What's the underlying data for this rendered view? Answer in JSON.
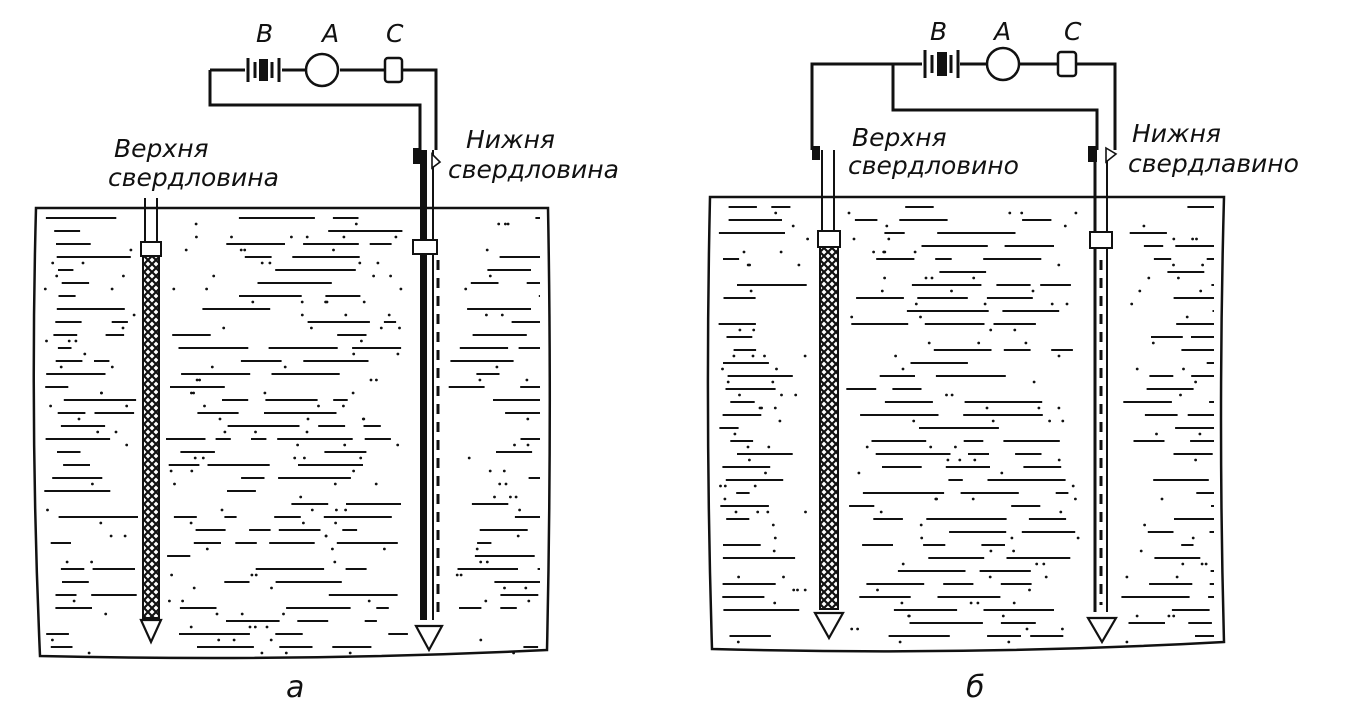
{
  "colors": {
    "ink": "#111111",
    "paper": "#ffffff"
  },
  "panels": [
    {
      "id": "a",
      "label": "а",
      "circuit": {
        "battery": "B",
        "ammeter": "A",
        "switch": "C"
      },
      "upper_well": {
        "label_line1": "Верхня",
        "label_line2": "свердловина"
      },
      "lower_well": {
        "label_line1": "Нижня",
        "label_line2": "свердловина"
      }
    },
    {
      "id": "b",
      "label": "б",
      "circuit": {
        "battery": "B",
        "ammeter": "A",
        "switch": "C"
      },
      "upper_well": {
        "label_line1": "Верхня",
        "label_line2": "свердловино"
      },
      "lower_well": {
        "label_line1": "Нижня",
        "label_line2": "свердлавино"
      }
    }
  ]
}
